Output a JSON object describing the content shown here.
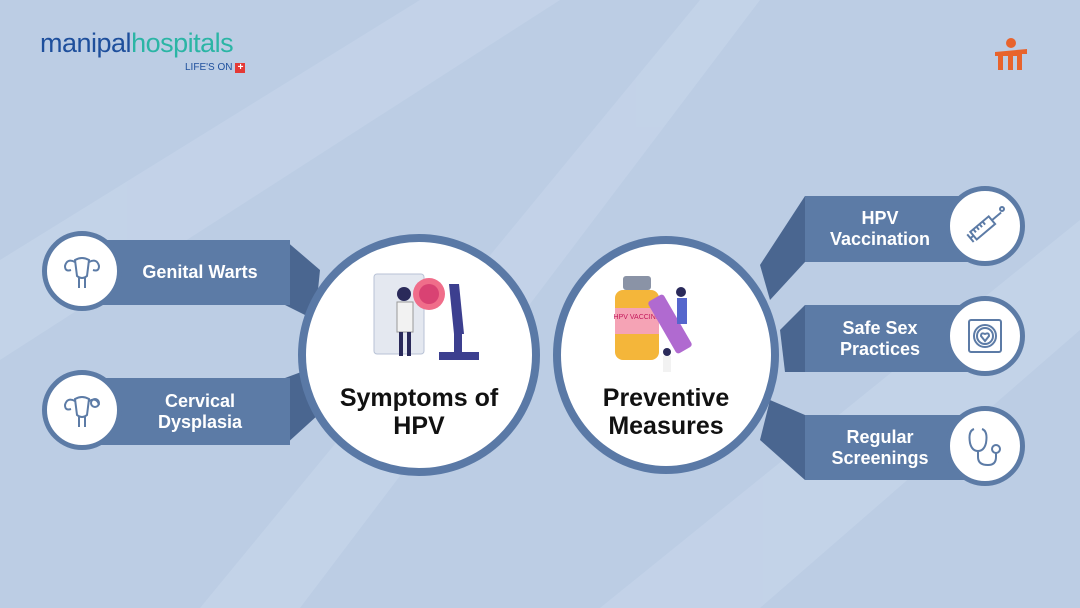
{
  "logo": {
    "part1": "manipal",
    "part2": "hospitals",
    "tagline": "LIFE'S ON",
    "cross": "+"
  },
  "colors": {
    "banner": "#5c7ba6",
    "connector": "#4a6690",
    "background": "#bccde4"
  },
  "left_hub": {
    "title_line1": "Symptoms of",
    "title_line2": "HPV"
  },
  "right_hub": {
    "title_line1": "Preventive",
    "title_line2": "Measures",
    "vial_label": "HPV VACCINE"
  },
  "symptoms": [
    {
      "label": "Genital Warts",
      "icon": "uterus-icon"
    },
    {
      "label": "Cervical Dysplasia",
      "icon": "uterus-affected-icon"
    }
  ],
  "measures": [
    {
      "label": "HPV Vaccination",
      "icon": "syringe-icon"
    },
    {
      "label": "Safe Sex Practices",
      "icon": "condom-icon"
    },
    {
      "label": "Regular Screenings",
      "icon": "stethoscope-icon"
    }
  ]
}
